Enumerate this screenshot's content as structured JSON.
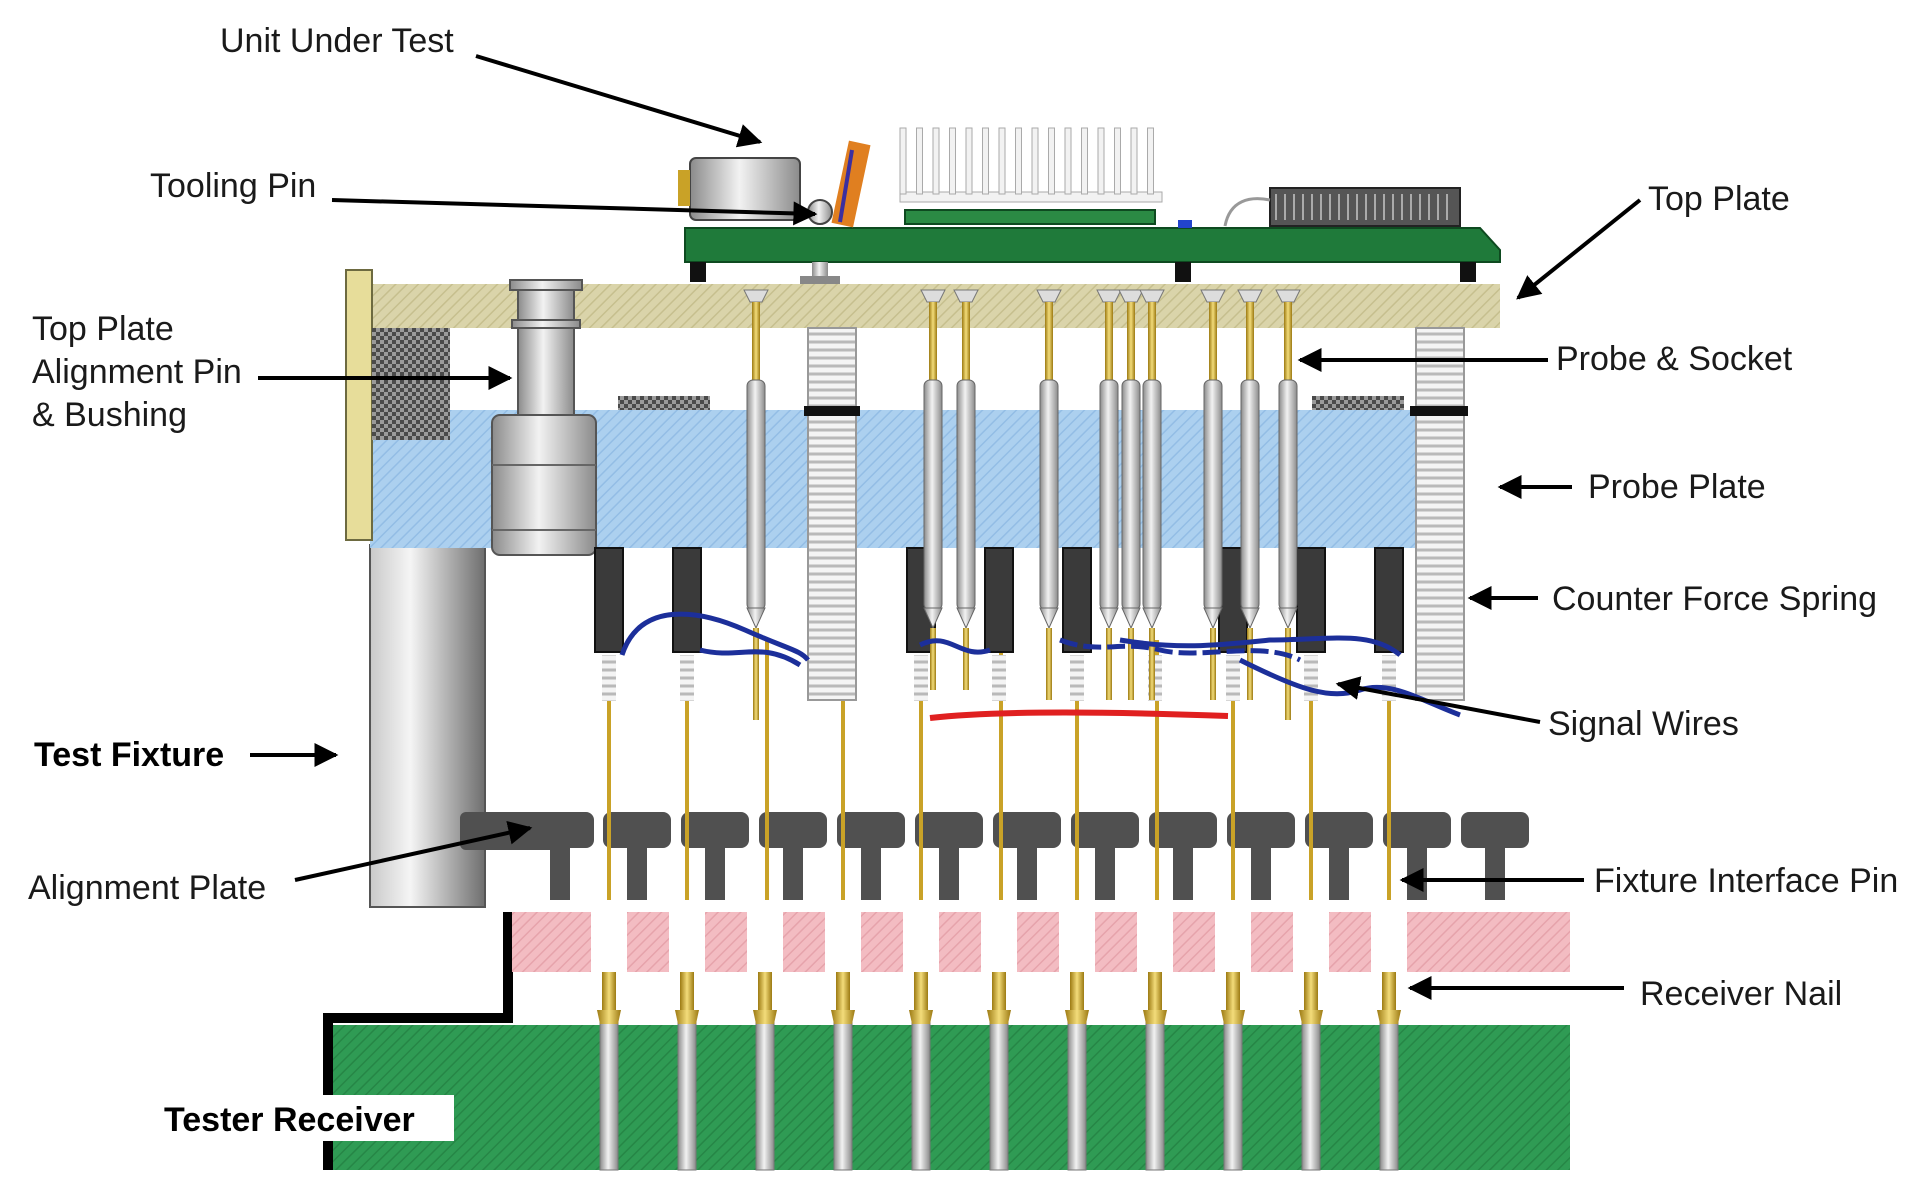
{
  "labels": {
    "unit_under_test": "Unit Under Test",
    "tooling_pin": "Tooling Pin",
    "top_plate": "Top Plate",
    "alignment_pin_line1": "Top Plate",
    "alignment_pin_line2": "Alignment Pin",
    "alignment_pin_line3": "& Bushing",
    "probe_socket": "Probe & Socket",
    "probe_plate": "Probe Plate",
    "counter_force_spring": "Counter Force Spring",
    "signal_wires": "Signal Wires",
    "test_fixture": "Test Fixture",
    "alignment_plate": "Alignment Plate",
    "fixture_interface_pin": "Fixture Interface Pin",
    "receiver_nail": "Receiver Nail",
    "tester_receiver": "Tester Receiver"
  },
  "colors": {
    "pcb_green": "#1f7a3a",
    "top_plate_tan": "#d8d2a6",
    "probe_plate_blue": "#a9cdee",
    "receiver_green": "#2e9a52",
    "interface_pink": "#f2b8bf",
    "alignment_plate_gray": "#505050",
    "probe_gold": "#c9a227",
    "signal_wire_blue": "#1c2f9a",
    "signal_wire_red": "#e02020"
  }
}
